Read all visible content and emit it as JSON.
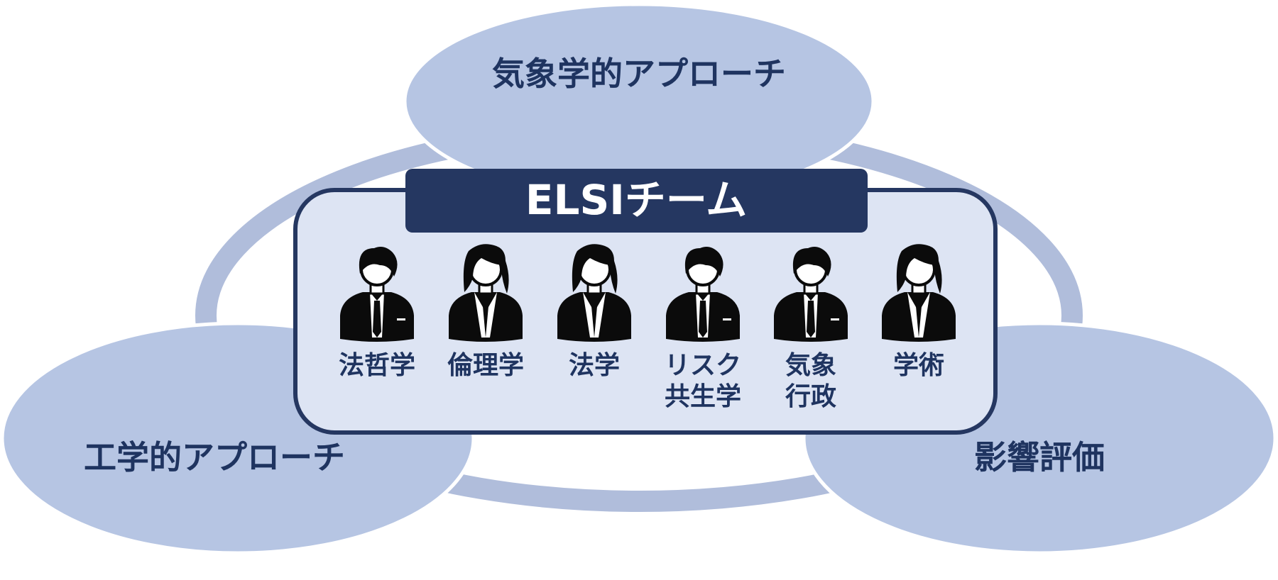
{
  "colors": {
    "ellipse_fill": "#b6c5e3",
    "ring": "#b0bddb",
    "panel_fill": "#dde4f3",
    "panel_border": "#253761",
    "header_fill": "#253761",
    "label_text": "#1f3460",
    "person": "#0b0b0b"
  },
  "approaches": {
    "top": "気象学的アプローチ",
    "left": "工学的アプローチ",
    "right": "影響評価"
  },
  "team": {
    "title": "ELSIチーム",
    "members": [
      {
        "label_lines": [
          "法哲学"
        ],
        "icon": "male-person-icon"
      },
      {
        "label_lines": [
          "倫理学"
        ],
        "icon": "female-person-icon"
      },
      {
        "label_lines": [
          "法学"
        ],
        "icon": "female-person-icon"
      },
      {
        "label_lines": [
          "リスク",
          "共生学"
        ],
        "icon": "male-person-icon"
      },
      {
        "label_lines": [
          "気象",
          "行政"
        ],
        "icon": "male-person-icon"
      },
      {
        "label_lines": [
          "学術"
        ],
        "icon": "female-person-icon"
      }
    ]
  }
}
